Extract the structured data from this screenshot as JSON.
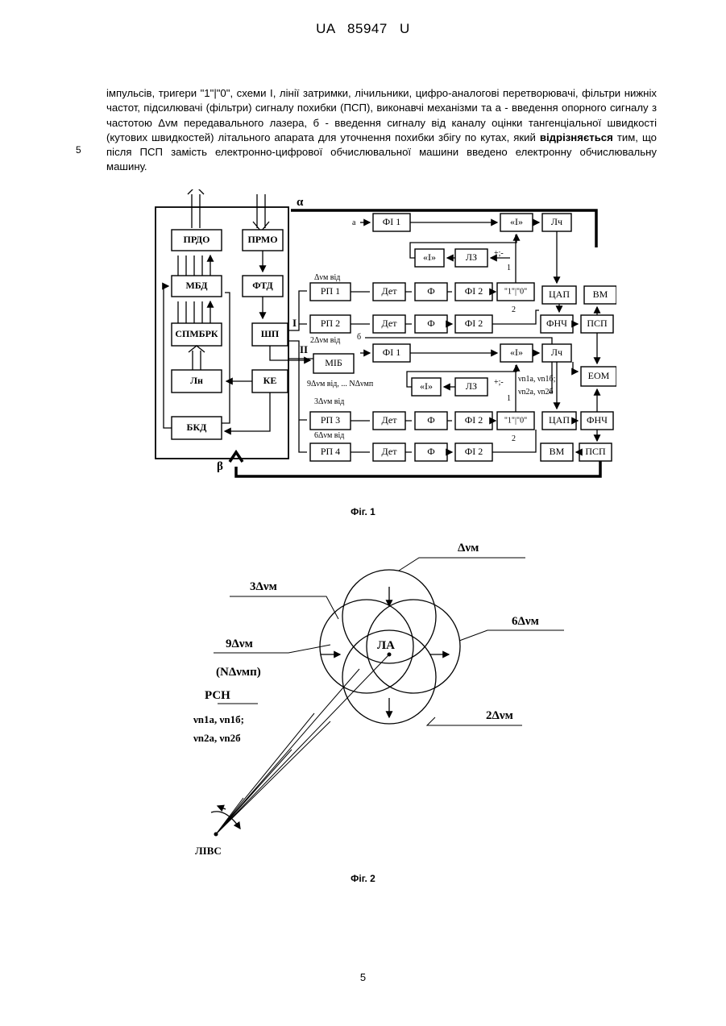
{
  "header": {
    "text": "UA 85947 U"
  },
  "paragraph": {
    "part1": "імпульсів, тригери \"1\"|\"0\", схеми І, лінії затримки, лічильники, цифро-аналогові перетворювачі, фільтри нижніх частот, підсилювачі (фільтри) сигналу похибки (ПСП), виконавчі механізми та а - введення опорного сигналу з частотою Δvм передавального лазера, б - введення сигналу від каналу оцінки тангенціальної швидкості (кутових швидкостей) літального апарата для уточнення похибки збігу по кутах, який ",
    "bold": "відрізняється",
    "part2": " тим, що після ПСП замість електронно-цифрової обчислювальної машини введено електронну обчислювальну машину."
  },
  "line_number": "5",
  "figure1": {
    "caption": "Фіг. 1",
    "blocks": {
      "prdo": "ПРДО",
      "prmo": "ПРМО",
      "mbd": "МБД",
      "ftd": "ФТД",
      "spmbrk": "СПМБРК",
      "shp": "ШП",
      "ln": "Лн",
      "ke": "КЕ",
      "bkd": "БКД",
      "mib": "МІБ",
      "rp1": "РП 1",
      "rp2": "РП 2",
      "rp3": "РП 3",
      "rp4": "РП 4",
      "det": "Дет",
      "f": "Ф",
      "fi1": "ФІ 1",
      "fi2": "ФІ 2",
      "and": "«І»",
      "lch": "Лч",
      "lz": "ЛЗ",
      "trig": "\"1\"|\"0\"",
      "dac": "ЦАП",
      "lpf": "ФНЧ",
      "vm": "ВМ",
      "psp": "ПСП",
      "eom": "ЕОМ"
    },
    "labels": {
      "alpha": "α",
      "beta": "β",
      "a": "а",
      "b": "б",
      "roman1": "І",
      "roman2": "ІІ",
      "pm": "+;-",
      "one": "1",
      "two": "2",
      "freq1": "Δνм від",
      "freq2": "2Δνм від",
      "freq9": "9Δνм від, ... NΔνмп",
      "freq3": "3Δνм від",
      "freq6": "6Δνм від",
      "nu_a": "νn1a, νn1б;",
      "nu_b": "νn2a, νn2б"
    }
  },
  "figure2": {
    "caption": "Фіг. 2",
    "labels": {
      "dv": "Δνм",
      "dv3": "3Δνм",
      "dv6": "6Δνм",
      "dv9": "9Δνм",
      "ndv": "(NΔνмп)",
      "dv2": "2Δνм",
      "la": "ЛА",
      "rsn": "РСН",
      "nu1": "νn1a, νn1б;",
      "nu2": "νn2a, νn2б",
      "libs": "ЛІВС"
    }
  },
  "page_number": "5"
}
